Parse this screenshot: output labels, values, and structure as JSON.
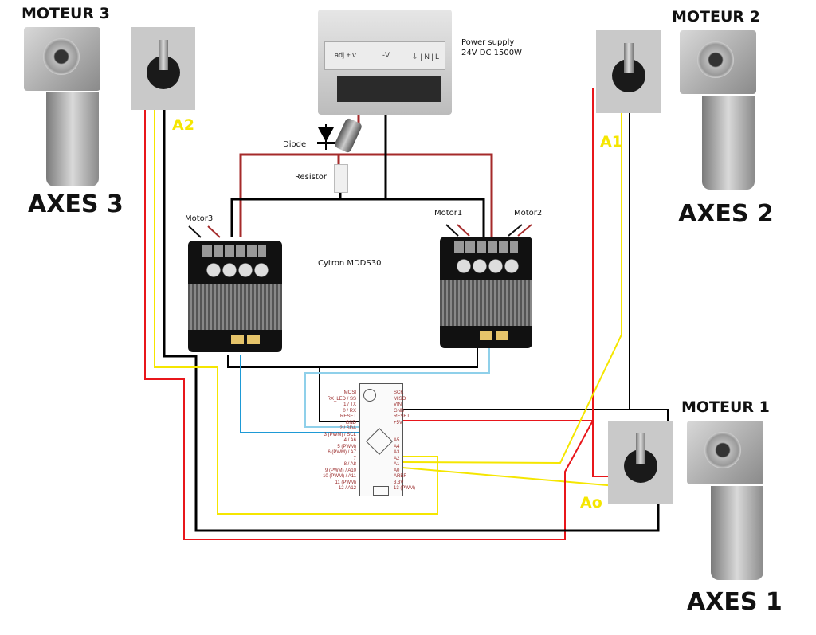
{
  "motors": [
    {
      "id": "moteur3",
      "title": "MOTEUR 3",
      "axis": "AXES 3"
    },
    {
      "id": "moteur2",
      "title": "MOTEUR 2",
      "axis": "AXES 2"
    },
    {
      "id": "moteur1",
      "title": "MOTEUR 1",
      "axis": "AXES 1"
    }
  ],
  "potentiometers": [
    {
      "id": "pot-axes3",
      "label": "A2"
    },
    {
      "id": "pot-axes2",
      "label": "A1"
    },
    {
      "id": "pot-axes1",
      "label": "Ao"
    }
  ],
  "power_supply": {
    "name": "Power supply",
    "spec": "24V DC 1500W",
    "panel_labels": [
      "adj + v",
      "-V",
      "⏚ | N | L"
    ]
  },
  "components": {
    "diode": "Diode",
    "resistor": "Resistor",
    "driver_name": "Cytron MDDS30"
  },
  "driver_labels": {
    "left": [
      "Motor3"
    ],
    "right": [
      "Motor1",
      "Motor2"
    ]
  },
  "arduino": {
    "left_pins": [
      "MOSI",
      "RX_LED / SS",
      "1 / TX",
      "0 / RX",
      "RESET",
      "GND",
      "2 / SDA",
      "3 (PWM) / SCL",
      "4 / A6",
      "5 (PWM)",
      "6 (PWM) / A7",
      "7",
      "8 / A8",
      "9 (PWM) / A10",
      "10 (PWM) / A11",
      "11 (PWM)",
      "12 / A12"
    ],
    "right_pins": [
      "SCK",
      "MISO",
      "VIN",
      "GND",
      "RESET",
      "+5V",
      "",
      "",
      "A5",
      "A4",
      "A3",
      "A2",
      "A1",
      "A0",
      "AREF",
      "3.3V",
      "13 (PWM)"
    ]
  },
  "wire_colors": {
    "power": "#e8161b",
    "supply_positive": "#a52a2a",
    "ground": "#000000",
    "signal": "#f5e600",
    "serial": "#1e9ad6",
    "serial_light": "#8fd0ea"
  }
}
